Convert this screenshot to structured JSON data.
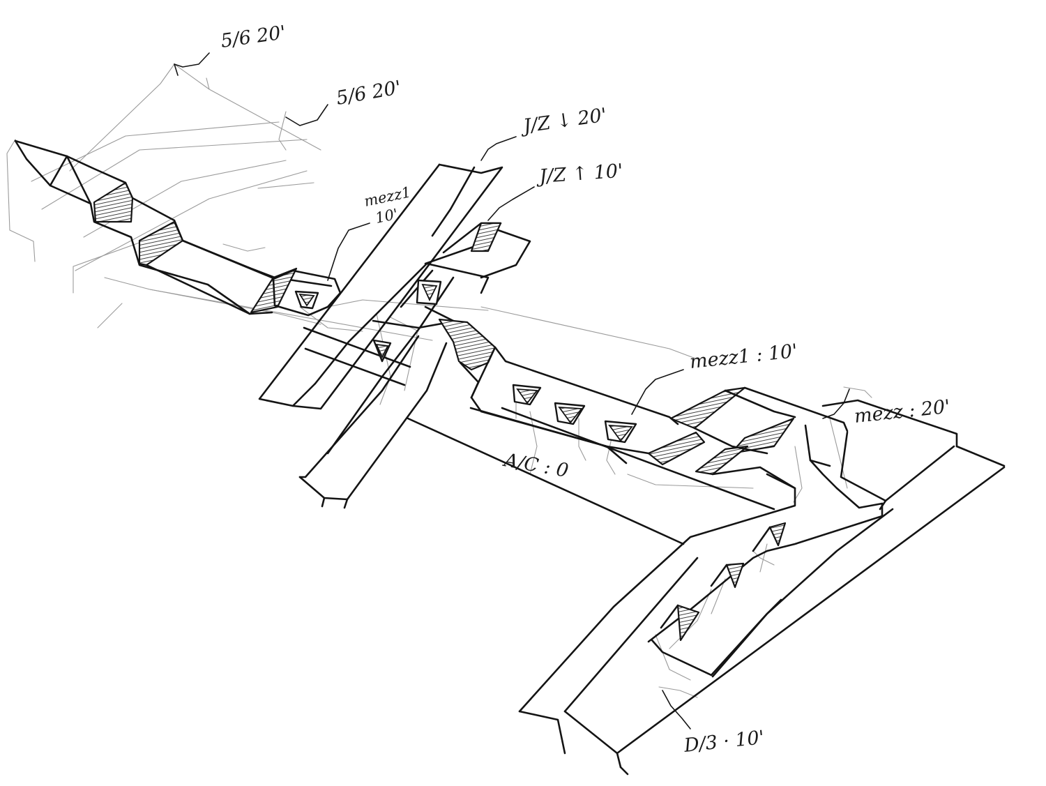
{
  "labels": {
    "line56_upper": "5/6 20'",
    "line56_lower": "5/6 20'",
    "jz_down": "J/Z ↓ 20'",
    "jz_up": "J/Z ↑ 10'",
    "mezz_left_a": "mezz1",
    "mezz_left_b": "10'",
    "mezz_middle": "mezz1 : 10'",
    "mezz_right": "mezz : 20'",
    "ac_level": "A/C : 0",
    "dn_level": "D/3 · 10'"
  }
}
